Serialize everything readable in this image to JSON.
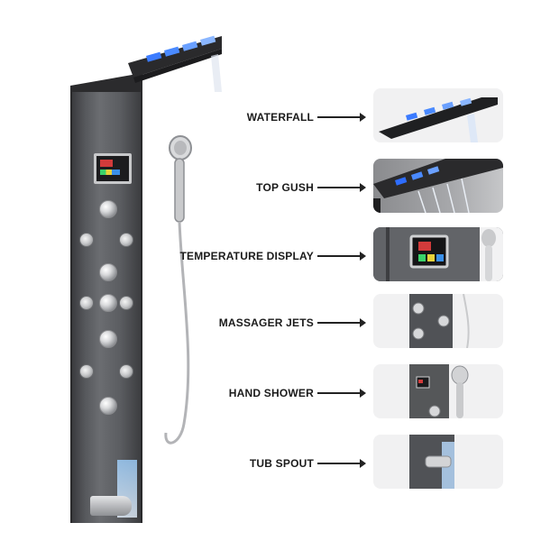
{
  "features": [
    {
      "label": "WATERFALL",
      "icon": "waterfall-icon"
    },
    {
      "label": "TOP GUSH",
      "icon": "rain-head-icon"
    },
    {
      "label": "TEMPERATURE DISPLAY",
      "icon": "temperature-display-icon"
    },
    {
      "label": "MASSAGER JETS",
      "icon": "massage-jet-icon"
    },
    {
      "label": "HAND SHOWER",
      "icon": "hand-shower-icon"
    },
    {
      "label": "TUB SPOUT",
      "icon": "tub-spout-icon"
    }
  ],
  "colors": {
    "panel": "#4f5155",
    "chrome": "#c9cacc",
    "led_blue": "#3b7bff",
    "text": "#1b1b1b"
  }
}
